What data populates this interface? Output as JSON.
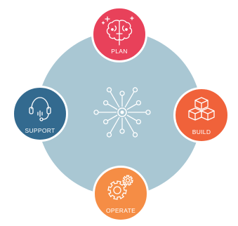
{
  "colors": {
    "center": "#a9c7d3",
    "plan": "#e8415a",
    "build": "#f0623a",
    "operate": "#f58d45",
    "support": "#336a8f",
    "hub": "#ffffff"
  },
  "nodes": {
    "plan": {
      "label": "PLAN",
      "icon": "brain-icon"
    },
    "build": {
      "label": "BUILD",
      "icon": "cubes-icon"
    },
    "operate": {
      "label": "OPERATE",
      "icon": "gears-icon"
    },
    "support": {
      "label": "SUPPORT",
      "icon": "headset-icon"
    }
  },
  "center": {
    "icon": "network-hub-icon"
  }
}
